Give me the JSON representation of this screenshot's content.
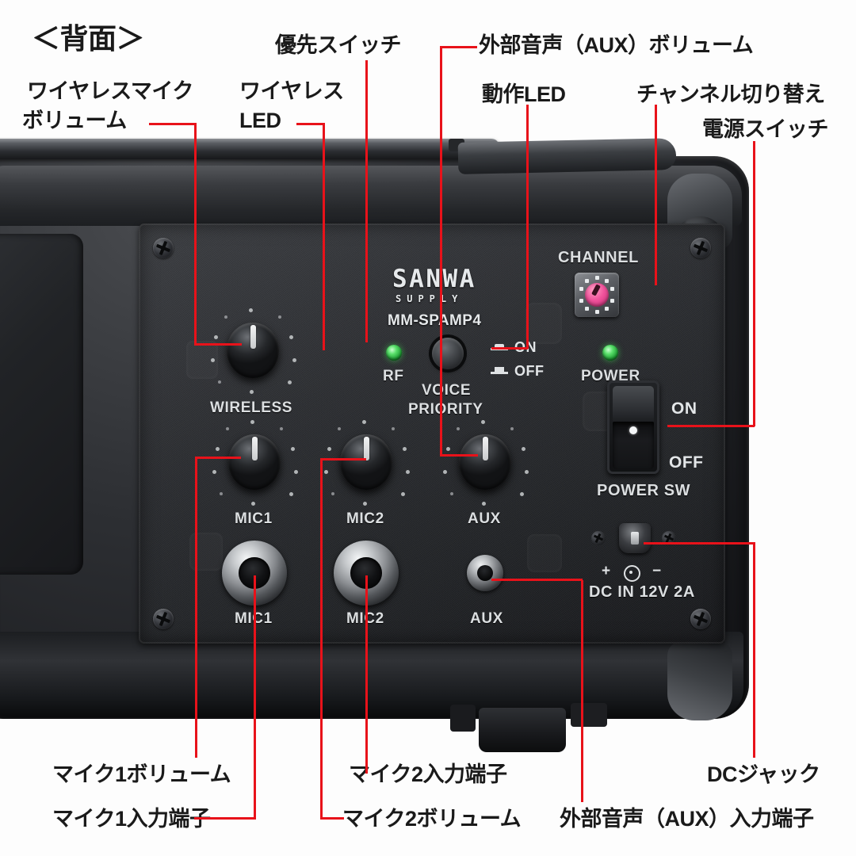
{
  "page": {
    "heading": "＜背面＞",
    "accent_color": "#e8121a",
    "text_color": "#1a1a1a",
    "background": "#fdfdfd"
  },
  "annotations": [
    {
      "id": "wireless-volume",
      "lines": [
        "ワイヤレスマイク",
        "ボリューム"
      ]
    },
    {
      "id": "wireless-led",
      "lines": [
        "ワイヤレス",
        "LED"
      ]
    },
    {
      "id": "priority-switch",
      "lines": [
        "優先スイッチ"
      ]
    },
    {
      "id": "aux-volume",
      "lines": [
        "外部音声（AUX）ボリューム"
      ]
    },
    {
      "id": "power-led",
      "lines": [
        "動作LED"
      ]
    },
    {
      "id": "channel-select",
      "lines": [
        "チャンネル切り替え"
      ]
    },
    {
      "id": "power-switch",
      "lines": [
        "電源スイッチ"
      ]
    },
    {
      "id": "mic1-volume",
      "lines": [
        "マイク1ボリューム"
      ]
    },
    {
      "id": "mic1-jack",
      "lines": [
        "マイク1入力端子"
      ]
    },
    {
      "id": "mic2-jack",
      "lines": [
        "マイク2入力端子"
      ]
    },
    {
      "id": "mic2-volume",
      "lines": [
        "マイク2ボリューム"
      ]
    },
    {
      "id": "aux-jack",
      "lines": [
        "外部音声（AUX）入力端子"
      ]
    },
    {
      "id": "dc-jack",
      "lines": [
        "DCジャック"
      ]
    }
  ],
  "device": {
    "brand": "SANWA",
    "brand_sub": "SUPPLY",
    "model": "MM-SPAMP4",
    "knobs": [
      {
        "id": "wireless",
        "label": "WIRELESS"
      },
      {
        "id": "mic1",
        "label": "MIC1"
      },
      {
        "id": "mic2",
        "label": "MIC2"
      },
      {
        "id": "aux",
        "label": "AUX"
      }
    ],
    "leds": [
      {
        "id": "rf",
        "label": "RF",
        "color": "#49d45c",
        "state": "on"
      },
      {
        "id": "power",
        "label": "POWER",
        "color": "#49d45c",
        "state": "on"
      }
    ],
    "voice_priority": {
      "label_line1": "VOICE",
      "label_line2": "PRIORITY",
      "on_label": "ON",
      "off_label": "OFF"
    },
    "channel": {
      "label": "CHANNEL",
      "dial_color": "#f0539c"
    },
    "power_sw": {
      "label": "POWER SW",
      "on_label": "ON",
      "off_label": "OFF",
      "position": "ON"
    },
    "jacks": [
      {
        "id": "mic1-jack",
        "label": "MIC1",
        "type": "6.3mm"
      },
      {
        "id": "mic2-jack",
        "label": "MIC2",
        "type": "6.3mm"
      },
      {
        "id": "aux-jack",
        "label": "AUX",
        "type": "3.5mm"
      }
    ],
    "dc_in": {
      "label": "DC IN 12V 2A",
      "polarity_plus": "+",
      "polarity_minus": "−"
    }
  }
}
